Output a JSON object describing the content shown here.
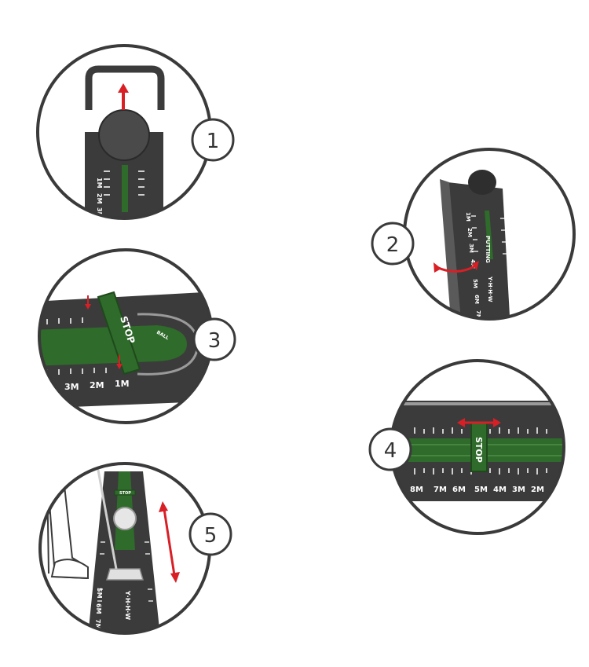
{
  "steps": [
    {
      "number": "1"
    },
    {
      "number": "2"
    },
    {
      "number": "3"
    },
    {
      "number": "4"
    },
    {
      "number": "5"
    }
  ],
  "mat_text": {
    "stop": "STOP",
    "ball": "BALL",
    "putting": "PUTTING",
    "yhhw": "Y·H·H·W",
    "tick_1m": "1M",
    "tick_2m": "2M",
    "tick_3m": "3M",
    "tick_4m": "4M",
    "tick_5m": "5M",
    "tick_6m": "6M",
    "tick_7m": "7M",
    "tick_2m_short": "2M"
  },
  "colors": {
    "mat_dark": "#3b3b3b",
    "mat_green": "#2f6b2a",
    "arrow_red": "#d81f26",
    "outline": "#3a3a3a"
  }
}
